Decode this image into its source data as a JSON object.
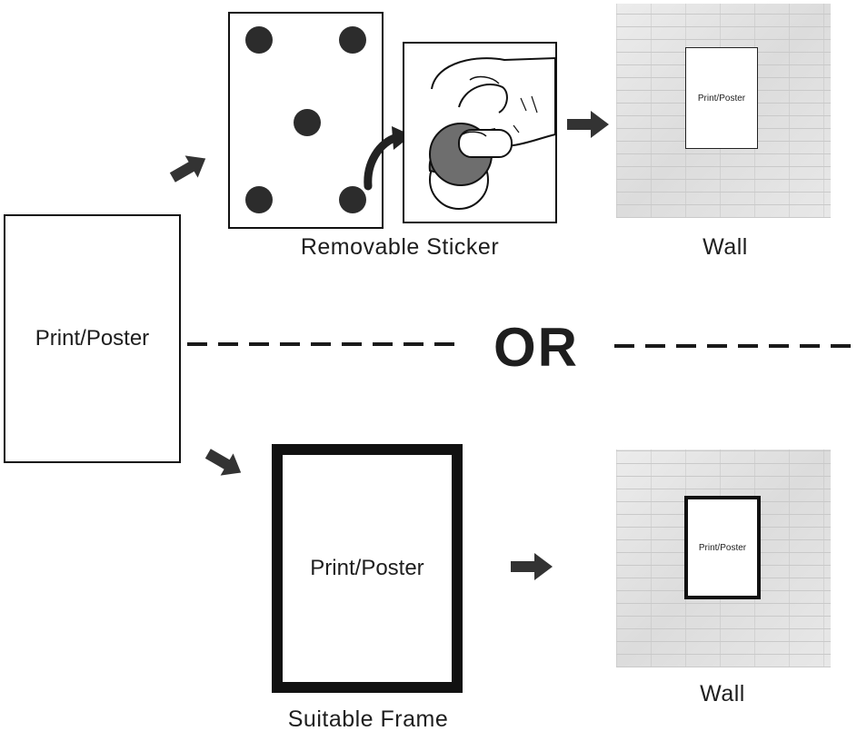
{
  "main_poster": {
    "label": "Print/Poster"
  },
  "top_path": {
    "sticker_caption": "Removable Sticker",
    "wall_caption": "Wall",
    "wall_poster_label": "Print/Poster"
  },
  "separator": {
    "text": "OR"
  },
  "bottom_path": {
    "frame_caption": "Suitable Frame",
    "frame_poster_label": "Print/Poster",
    "wall_caption": "Wall",
    "wall_poster_label": "Print/Poster"
  },
  "colors": {
    "ink": "#1e1e1e",
    "sticker_dot": "#2c2c2c",
    "wall": "#e4e4e4",
    "arrow": "#333333"
  },
  "icons": [
    "arrow-icon",
    "curved-arrow-icon",
    "hand-peeling-sticker-icon"
  ]
}
